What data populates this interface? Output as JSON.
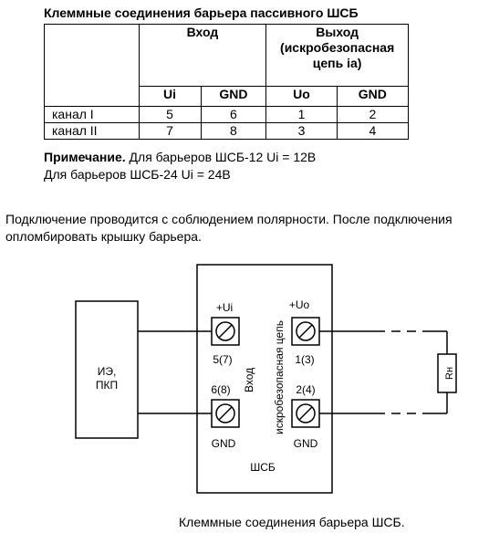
{
  "table": {
    "title": "Клеммные соединения барьера пассивного ШСБ",
    "header_input": "Вход",
    "header_output_line1": "Выход",
    "header_output_line2": "(искробезопасная",
    "header_output_line3": "цепь ia)",
    "sub_headers": [
      "Ui",
      "GND",
      "Uo",
      "GND"
    ],
    "rows": [
      {
        "label": "канал I",
        "values": [
          "5",
          "6",
          "1",
          "2"
        ]
      },
      {
        "label": "канал II",
        "values": [
          "7",
          "8",
          "3",
          "4"
        ]
      }
    ]
  },
  "notes": {
    "bold_prefix": "Примечание.",
    "line1_rest": " Для барьеров ШСБ-12 Ui = 12В",
    "line2": "Для барьеров ШСБ-24 Ui = 24В"
  },
  "paragraph": "Подключение проводится с соблюдением полярности. После подключения опломбировать крышку барьера.",
  "diagram": {
    "left_box_line1": "ИЭ,",
    "left_box_line2": "ПКП",
    "input_label_top": "+Ui",
    "input_pin_top": "5(7)",
    "input_pin_bottom": "6(8)",
    "input_label_bottom": "GND",
    "input_side_label": "Вход",
    "output_side_label": "искробезопасная цепь",
    "output_label_top": "+Uo",
    "output_pin_top": "1(3)",
    "output_pin_bottom": "2(4)",
    "output_label_bottom": "GND",
    "device_label": "ШСБ",
    "resistor_label": "Rн"
  },
  "caption": "Клеммные соединения барьера ШСБ."
}
